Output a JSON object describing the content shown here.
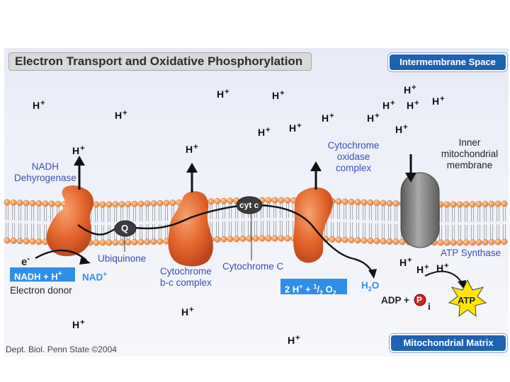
{
  "title": "Electron Transport and Oxidative Phosphorylation",
  "regions": {
    "intermembrane": "Intermembrane Space",
    "matrix": "Mitochondrial Matrix"
  },
  "labels": {
    "nadh_dehydrogenase": [
      "NADH",
      "Dehyrogenase"
    ],
    "cytochrome_oxidase": [
      "Cytochrome",
      "oxidase",
      "complex"
    ],
    "inner_membrane": [
      "Inner",
      "mitochondrial",
      "membrane"
    ],
    "cyt_c": "cyt c",
    "q": "Q",
    "ubiquinone": "Ubiquinone",
    "cytochrome_bc": [
      "Cytochrome",
      "b-c complex"
    ],
    "cytochrome_c": "Cytochrome C",
    "atp_synthase": "ATP Synthase",
    "electron": "e",
    "electron_charge": "-",
    "nadh_h": "NADH + H",
    "nadh_h_charge": "+",
    "nad": "NAD",
    "nad_charge": "+",
    "electron_donor": "Electron donor",
    "water_eq": {
      "a": "2 H",
      "a_charge": "+",
      "b": " + ",
      "num": "1",
      "slash": "/",
      "den": "2",
      "c": " O",
      "c_sub": "2"
    },
    "h2o": {
      "h": "H",
      "sub": "2",
      "o": "O"
    },
    "adp": "ADP + ",
    "phosphate": "P",
    "i": "i",
    "atp": "ATP"
  },
  "proton": {
    "symbol": "H",
    "charge": "+"
  },
  "credit": "Dept. Biol. Penn State ©2004",
  "colors": {
    "protein": "#e2632a",
    "protein_light": "#f39a66",
    "lipid_head": "#f0a065",
    "lipid_head_edge": "#c46a2e",
    "atp_synthase": "#7a7a7a",
    "region_badge": "#1e62b4",
    "highlight_box": "#2f8ee8",
    "atp_star": "#ffe600",
    "phosphate": "#d42020",
    "label_blue": "#3a4eb0"
  }
}
